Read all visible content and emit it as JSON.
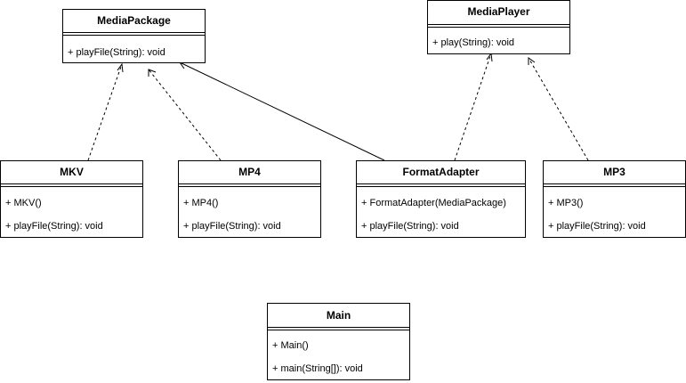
{
  "classes": {
    "media_package": {
      "name": "MediaPackage",
      "members": [
        "+ playFile(String): void"
      ]
    },
    "media_player": {
      "name": "MediaPlayer",
      "members": [
        "+ play(String): void"
      ]
    },
    "mkv": {
      "name": "MKV",
      "members": [
        "+ MKV()",
        "+ playFile(String): void"
      ]
    },
    "mp4": {
      "name": "MP4",
      "members": [
        "+ MP4()",
        "+ playFile(String): void"
      ]
    },
    "format_adapter": {
      "name": "FormatAdapter",
      "members": [
        "+ FormatAdapter(MediaPackage)",
        "+ playFile(String): void"
      ]
    },
    "mp3": {
      "name": "MP3",
      "members": [
        "+ MP3()",
        "+ playFile(String): void"
      ]
    },
    "main": {
      "name": "Main",
      "members": [
        "+ Main()",
        "+ main(String[]): void"
      ]
    }
  },
  "relations": [
    {
      "from": "mkv",
      "to": "media_package",
      "kind": "realization"
    },
    {
      "from": "mp4",
      "to": "media_package",
      "kind": "realization"
    },
    {
      "from": "format_adapter",
      "to": "media_package",
      "kind": "association"
    },
    {
      "from": "format_adapter",
      "to": "media_player",
      "kind": "realization"
    },
    {
      "from": "mp3",
      "to": "media_player",
      "kind": "realization"
    }
  ]
}
